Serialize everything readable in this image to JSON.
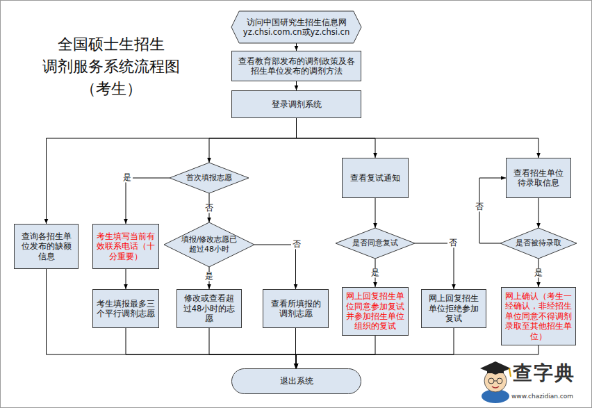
{
  "diagram": {
    "title": "全国硕士生招生 调剂服务系统流程图 （考生）",
    "nodes": [
      {
        "text": [
          "访问中国研究生招生信息网 yz.chsi.com.cn或yz.chsi.cn"
        ]
      },
      {
        "text": [
          "查看教育部发布的调剂政策及各招生单位发布的调剂方法"
        ]
      },
      {
        "text": [
          "登录调剂系统"
        ]
      },
      {
        "text": [
          "查询各招生单位发布的缺额信息"
        ]
      },
      {
        "text": [
          "首次填报志愿"
        ]
      },
      {
        "text": [
          "考生填写当前有效联系电话（十分重要）"
        ]
      },
      {
        "text": [
          "填报/修改志愿已超过48小时"
        ]
      },
      {
        "text": [
          "考生填报最多三个平行调剂志愿"
        ]
      },
      {
        "text": [
          "修改或查看超过48小时的志愿"
        ]
      },
      {
        "text": [
          "查看所填报的调剂志愿"
        ]
      },
      {
        "text": [
          "查看复试通知"
        ]
      },
      {
        "text": [
          "是否同意复试"
        ]
      },
      {
        "text": [
          "网上回复招生单位同意参加复试并参加招生单位组织的复试"
        ]
      },
      {
        "text": [
          "网上回复招生单位拒绝参加复试"
        ]
      },
      {
        "text": [
          "查看招生单位待录取信息"
        ]
      },
      {
        "text": [
          "是否被待录取"
        ]
      },
      {
        "text": [
          "网上确认（考生一经确认，非经招生单位同意不得调剂录取至其他招生单位）"
        ]
      },
      {
        "text": [
          "退出系统"
        ]
      }
    ],
    "edges": [
      {
        "from": 0,
        "to": 1,
        "arrow": "to"
      },
      {
        "from": 1,
        "to": 2,
        "arrow": "to"
      },
      {
        "from": 2,
        "to": 3,
        "arrow": "to"
      },
      {
        "from": 2,
        "to": 4,
        "arrow": "to"
      },
      {
        "from": 2,
        "to": 10,
        "arrow": "to"
      },
      {
        "from": 2,
        "to": 14,
        "arrow": "to"
      },
      {
        "from": 4,
        "to": 5,
        "label": "是",
        "arrow": "to"
      },
      {
        "from": 4,
        "to": 6,
        "label": "否",
        "arrow": "to"
      },
      {
        "from": 5,
        "to": 7,
        "arrow": "to"
      },
      {
        "from": 6,
        "to": 8,
        "label": "是",
        "arrow": "to"
      },
      {
        "from": 6,
        "to": 9,
        "label": "否",
        "arrow": "to"
      },
      {
        "from": 10,
        "to": 11,
        "arrow": "to"
      },
      {
        "from": 11,
        "to": 12,
        "label": "是",
        "arrow": "to"
      },
      {
        "from": 11,
        "to": 13,
        "label": "否",
        "arrow": "to"
      },
      {
        "from": 14,
        "to": 15,
        "arrow": "to"
      },
      {
        "from": 15,
        "to": 16,
        "label": "是",
        "arrow": "to"
      },
      {
        "from": 15,
        "to": 14,
        "label": "否",
        "arrow": "to"
      },
      {
        "from": 3,
        "to": 17,
        "arrow": "to"
      },
      {
        "from": 7,
        "to": 17,
        "arrow": "to"
      },
      {
        "from": 8,
        "to": 17,
        "arrow": "to"
      },
      {
        "from": 9,
        "to": 17,
        "arrow": "to"
      },
      {
        "from": 12,
        "to": 17,
        "arrow": "to"
      },
      {
        "from": 13,
        "to": 17,
        "arrow": "to"
      },
      {
        "from": 16,
        "to": 17,
        "arrow": "to"
      }
    ],
    "labels": [
      "查字典",
      "www.chazidian.com"
    ]
  }
}
